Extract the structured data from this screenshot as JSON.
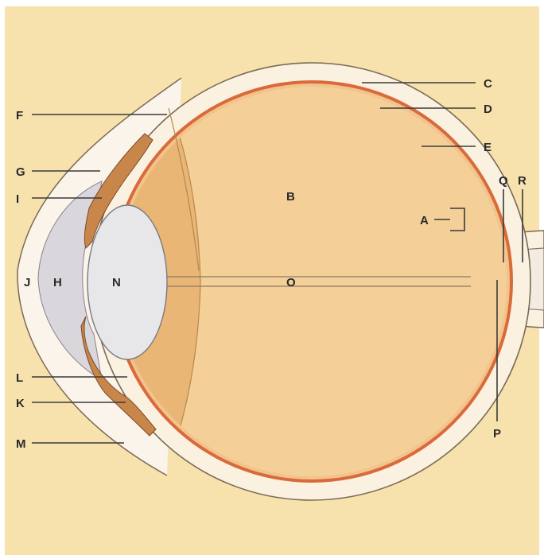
{
  "labels": {
    "a": "A",
    "b": "B",
    "c": "C",
    "d": "D",
    "e": "E",
    "f": "F",
    "g": "G",
    "h": "H",
    "i": "I",
    "j": "J",
    "k": "K",
    "l": "L",
    "m": "M",
    "n": "N",
    "o": "O",
    "p": "P",
    "q": "Q",
    "r": "R"
  },
  "colors": {
    "background": "#f7e2ae",
    "vitreous": "#f5cf98",
    "ciliary": "#e9b676",
    "sclera": "#fbf1e0",
    "choroid": "#d96a3a",
    "retina": "#f2c38d",
    "lens": "#e7e7ea",
    "aqueous": "#d9d6dc",
    "cornea": "#fbf4ea",
    "iris": "#c9864a",
    "outline": "#7a6a55",
    "label": "#2a2a2a"
  }
}
